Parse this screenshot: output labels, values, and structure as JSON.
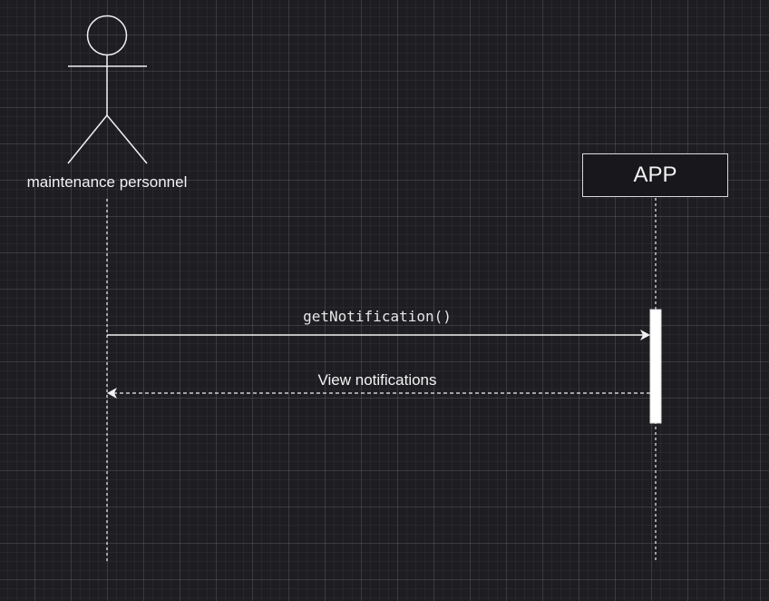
{
  "diagram": {
    "type": "sequence",
    "colors": {
      "background": "#1e1d22",
      "stroke": "#f0f0f0",
      "text": "#f2f2f2",
      "activation": "#ffffff"
    },
    "actor": {
      "label": "maintenance personnel",
      "icon": "stick-figure-icon"
    },
    "participant": {
      "label": "APP"
    },
    "messages": [
      {
        "label": "getNotification()",
        "style": "solid",
        "direction": "actor-to-participant"
      },
      {
        "label": "View notifications",
        "style": "dashed",
        "direction": "participant-to-actor"
      }
    ]
  }
}
